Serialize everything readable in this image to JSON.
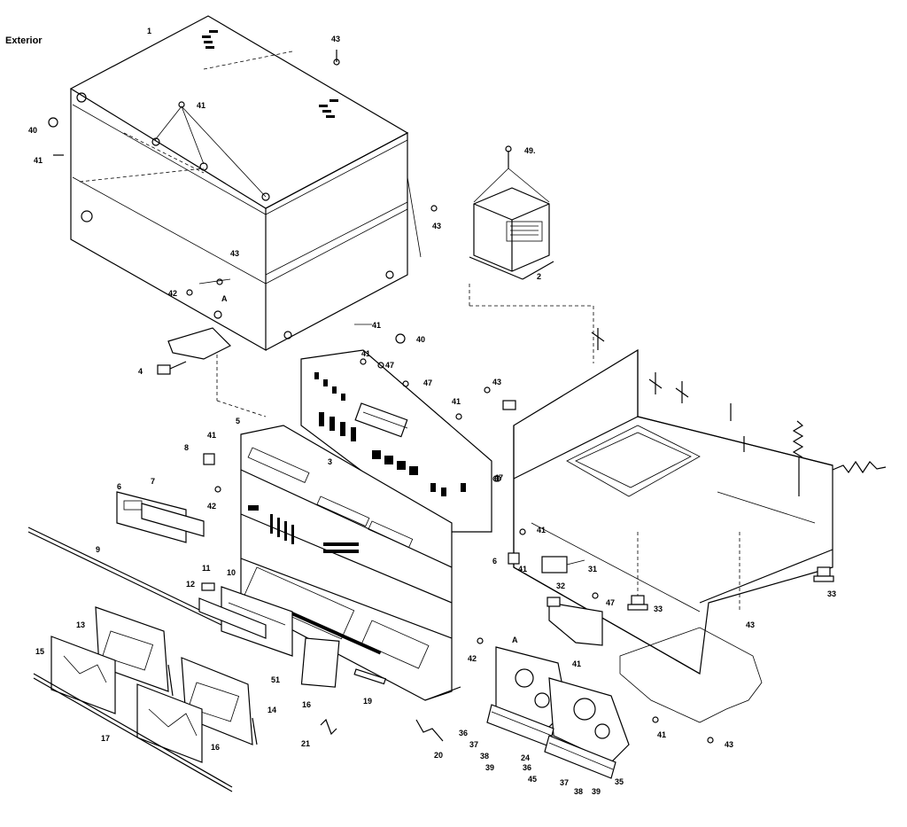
{
  "title": "Exterior",
  "callouts": [
    {
      "id": "c1",
      "text": "1"
    },
    {
      "id": "c43a",
      "text": "43"
    },
    {
      "id": "c41a",
      "text": "41"
    },
    {
      "id": "c40a",
      "text": "40"
    },
    {
      "id": "c41b",
      "text": "41"
    },
    {
      "id": "c43b",
      "text": "43"
    },
    {
      "id": "c43c",
      "text": "43"
    },
    {
      "id": "c42a",
      "text": "42"
    },
    {
      "id": "cA1",
      "text": "A"
    },
    {
      "id": "c41c",
      "text": "41"
    },
    {
      "id": "c40b",
      "text": "40"
    },
    {
      "id": "c4",
      "text": "4"
    },
    {
      "id": "c49",
      "text": "49."
    },
    {
      "id": "c2",
      "text": "2"
    },
    {
      "id": "c41d",
      "text": "41"
    },
    {
      "id": "c47a",
      "text": "47"
    },
    {
      "id": "c47b",
      "text": "47"
    },
    {
      "id": "c41e",
      "text": "41"
    },
    {
      "id": "c43d",
      "text": "43"
    },
    {
      "id": "c5",
      "text": "5"
    },
    {
      "id": "c41f",
      "text": "41"
    },
    {
      "id": "c8",
      "text": "8"
    },
    {
      "id": "c3",
      "text": "3"
    },
    {
      "id": "c42b",
      "text": "42"
    },
    {
      "id": "c6a",
      "text": "6"
    },
    {
      "id": "c7",
      "text": "7"
    },
    {
      "id": "c47c",
      "text": "47"
    },
    {
      "id": "c41g",
      "text": "41"
    },
    {
      "id": "c9",
      "text": "9"
    },
    {
      "id": "c11",
      "text": "11"
    },
    {
      "id": "c10",
      "text": "10"
    },
    {
      "id": "c12",
      "text": "12"
    },
    {
      "id": "c6b",
      "text": "6"
    },
    {
      "id": "c41h",
      "text": "41"
    },
    {
      "id": "c31",
      "text": "31"
    },
    {
      "id": "c32",
      "text": "32"
    },
    {
      "id": "c33a",
      "text": "33"
    },
    {
      "id": "c33b",
      "text": "33"
    },
    {
      "id": "c47d",
      "text": "47"
    },
    {
      "id": "c43e",
      "text": "43"
    },
    {
      "id": "c13",
      "text": "13"
    },
    {
      "id": "c51",
      "text": "51"
    },
    {
      "id": "c42c",
      "text": "42"
    },
    {
      "id": "cA2",
      "text": "A"
    },
    {
      "id": "c41i",
      "text": "41"
    },
    {
      "id": "c15",
      "text": "15"
    },
    {
      "id": "c14",
      "text": "14"
    },
    {
      "id": "c16a",
      "text": "16"
    },
    {
      "id": "c19",
      "text": "19"
    },
    {
      "id": "c16b",
      "text": "16"
    },
    {
      "id": "c17",
      "text": "17"
    },
    {
      "id": "c36a",
      "text": "36"
    },
    {
      "id": "c37a",
      "text": "37"
    },
    {
      "id": "c38a",
      "text": "38"
    },
    {
      "id": "c39a",
      "text": "39"
    },
    {
      "id": "c41j",
      "text": "41"
    },
    {
      "id": "c43f",
      "text": "43"
    },
    {
      "id": "c21",
      "text": "21"
    },
    {
      "id": "c20",
      "text": "20"
    },
    {
      "id": "c24",
      "text": "24"
    },
    {
      "id": "c36b",
      "text": "36"
    },
    {
      "id": "c45",
      "text": "45"
    },
    {
      "id": "c37b",
      "text": "37"
    },
    {
      "id": "c38b",
      "text": "38"
    },
    {
      "id": "c39b",
      "text": "39"
    },
    {
      "id": "c35",
      "text": "35"
    }
  ]
}
